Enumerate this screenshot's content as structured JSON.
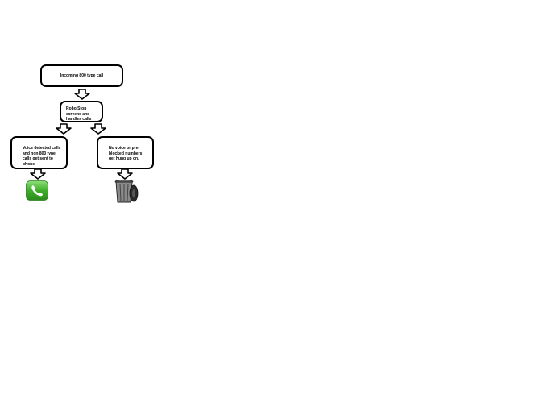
{
  "flowchart": {
    "step1": "Incoming 800 type call",
    "step2": "Robo Stop screens and handles calls",
    "branch_left": "Voice detected calls and non 800 type calls get sent to phone.",
    "branch_right": "No voice or pre-blocked numbers get hung up on."
  },
  "icons": {
    "left_outcome": "phone-icon",
    "right_outcome": "trash-can-icon",
    "phone_color": "#3fae2a"
  }
}
